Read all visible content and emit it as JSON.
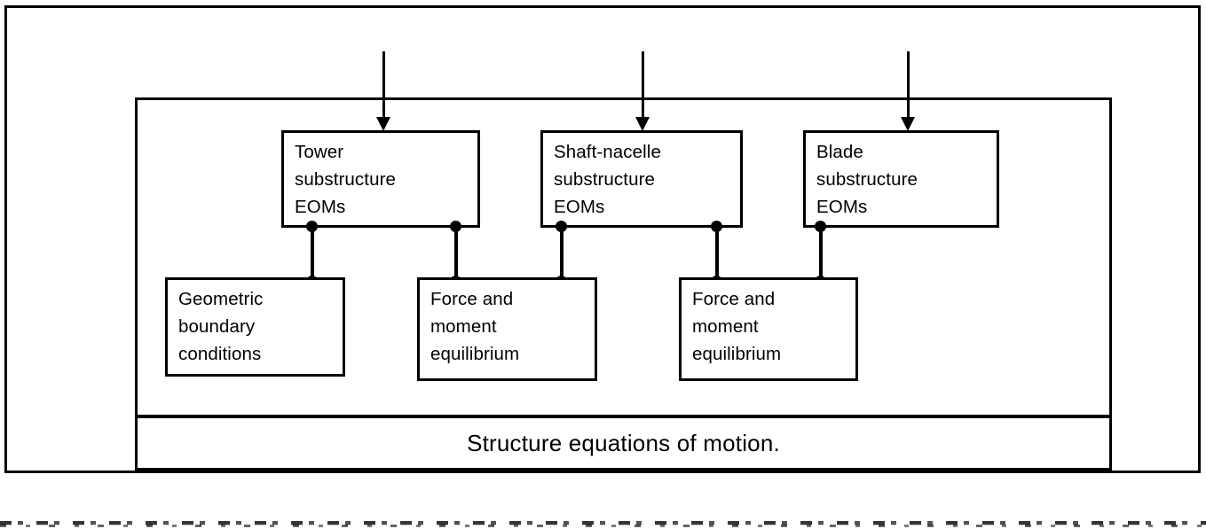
{
  "figure": {
    "caption": "Structure equations of motion."
  },
  "inputs": {
    "arrows": [
      {
        "name": "tower-input-arrow"
      },
      {
        "name": "shaft-nacelle-input-arrow"
      },
      {
        "name": "blade-input-arrow"
      }
    ]
  },
  "substructures": [
    {
      "id": "tower",
      "lines": [
        "Tower",
        "substructure",
        "EOMs"
      ]
    },
    {
      "id": "shaft-nacelle",
      "lines": [
        "Shaft-nacelle",
        "substructure",
        "EOMs"
      ]
    },
    {
      "id": "blade",
      "lines": [
        "Blade",
        "substructure",
        "EOMs"
      ]
    }
  ],
  "couplings": [
    {
      "id": "geometric-boundary-conditions",
      "lines": [
        "Geometric",
        "boundary",
        "conditions"
      ]
    },
    {
      "id": "force-and-moment-equilibrium-1",
      "lines": [
        "Force and",
        "moment",
        "equilibrium"
      ]
    },
    {
      "id": "force-and-moment-equilibrium-2",
      "lines": [
        "Force and",
        "moment",
        "equilibrium"
      ]
    }
  ],
  "connections": [
    {
      "from": "tower",
      "to": "geometric-boundary-conditions"
    },
    {
      "from": "tower",
      "to": "force-and-moment-equilibrium-1"
    },
    {
      "from": "shaft-nacelle",
      "to": "force-and-moment-equilibrium-1"
    },
    {
      "from": "shaft-nacelle",
      "to": "force-and-moment-equilibrium-2"
    },
    {
      "from": "blade",
      "to": "force-and-moment-equilibrium-2"
    }
  ],
  "colors": {
    "ink": "#000000",
    "paper": "#ffffff"
  }
}
